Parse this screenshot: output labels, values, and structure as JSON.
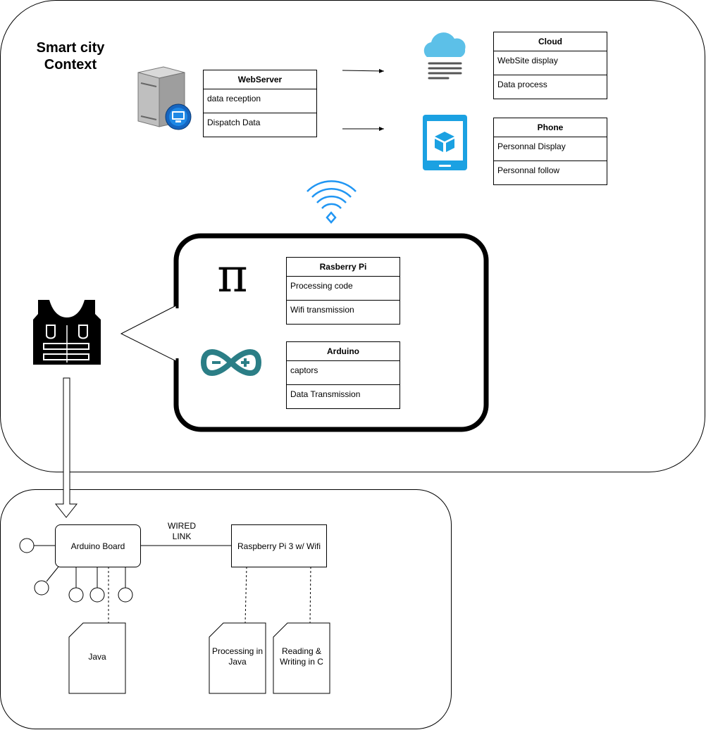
{
  "context": {
    "title_line1": "Smart city",
    "title_line2": "Context"
  },
  "webserver": {
    "title": "WebServer",
    "rows": [
      "data reception",
      "Dispatch Data"
    ]
  },
  "cloud": {
    "title": "Cloud",
    "rows": [
      "WebSite display",
      "Data process"
    ]
  },
  "phone": {
    "title": "Phone",
    "rows": [
      "Personnal Display",
      "Personnal follow"
    ]
  },
  "raspberry": {
    "title": "Rasberry Pi",
    "rows": [
      "Processing code",
      "Wifi transmission"
    ]
  },
  "arduino": {
    "title": "Arduino",
    "rows": [
      "captors",
      "Data Transmission"
    ]
  },
  "hardware": {
    "arduino_board": "Arduino Board",
    "raspberry_pi3": "Raspberry Pi 3 w/ Wifi",
    "link_line1": "WIRED",
    "link_line2": "LINK"
  },
  "documents": {
    "java": "Java",
    "processing_line1": "Processing in",
    "processing_line2": "Java",
    "reading_line1": "Reading &",
    "reading_line2": "Writing in C"
  },
  "colors": {
    "cloud_blue": "#5cc0e8",
    "device_blue": "#1ba1e2",
    "wifi_blue": "#2196f3",
    "arduino_teal": "#2b7e86",
    "server_grey": "#a6a6a6"
  },
  "icons": [
    "server-icon",
    "cloud-icon",
    "phone-icon",
    "wifi-icon",
    "pi-icon",
    "arduino-icon",
    "vest-icon"
  ]
}
